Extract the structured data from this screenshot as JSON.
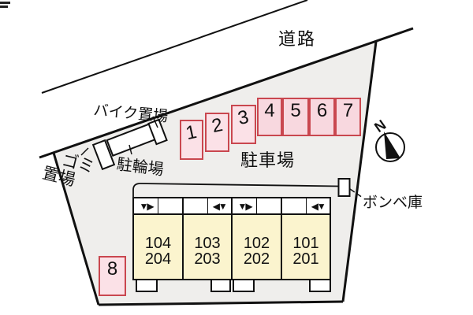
{
  "site": {
    "labels": {
      "road": "道路",
      "bike_storage": "バイク置場",
      "garbage_line1": "ゴミ",
      "garbage_line2": "置場",
      "bicycle_parking": "駐輪場",
      "car_parking": "駐車場",
      "gas_cylinder_storage": "ボンベ庫",
      "compass_north": "N"
    },
    "parking_spaces": [
      "1",
      "2",
      "3",
      "4",
      "5",
      "6",
      "7",
      "8"
    ],
    "building": {
      "units": [
        {
          "floor1": "104",
          "floor2": "204",
          "marker": "▼▶",
          "marker_side": "left"
        },
        {
          "floor1": "103",
          "floor2": "203",
          "marker": "◀▼",
          "marker_side": "right"
        },
        {
          "floor1": "102",
          "floor2": "202",
          "marker": "▼▶",
          "marker_side": "left"
        },
        {
          "floor1": "101",
          "floor2": "201",
          "marker": "◀▼",
          "marker_side": "right"
        }
      ]
    },
    "colors": {
      "site_fill": "#efeeec",
      "space_fill": "#f8d8df",
      "space_fill_light": "#fbe1e7",
      "space_border": "#c9474f",
      "unit_fill": "#fbf4ce",
      "line": "#111111"
    }
  }
}
